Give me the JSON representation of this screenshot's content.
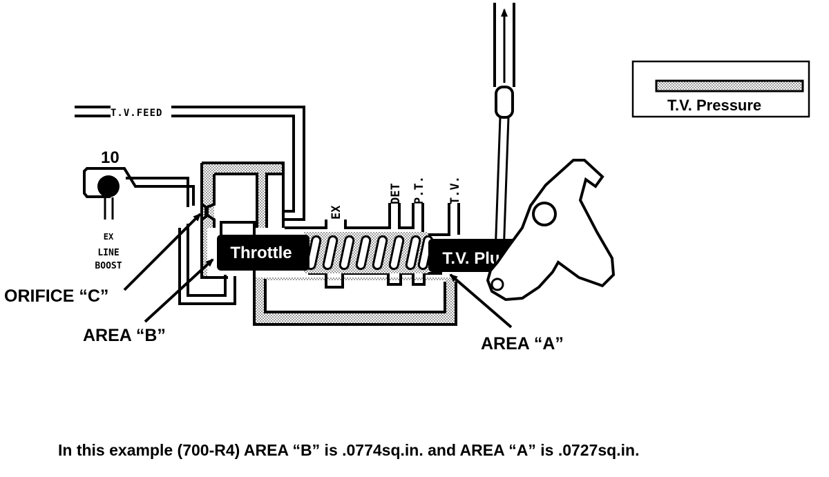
{
  "labels": {
    "orifice_c": "ORIFICE “C”",
    "area_b": "AREA “B”",
    "area_a": "AREA “A”",
    "tv_feed": "T.V.FEED",
    "port_number": "10",
    "ex_small": "EX",
    "line": "LINE",
    "boost": "BOOST",
    "ex_port": "EX",
    "det_port": "DET",
    "pt_port": "P.T.",
    "tv_port": "T.V.",
    "throttle": "Throttle",
    "tv_plunger": "T.V. Plunger"
  },
  "legend": {
    "tv_pressure": "T.V.  Pressure"
  },
  "caption": "In this example (700-R4) AREA “B” is .0774sq.in. and AREA “A” is .0727sq.in."
}
